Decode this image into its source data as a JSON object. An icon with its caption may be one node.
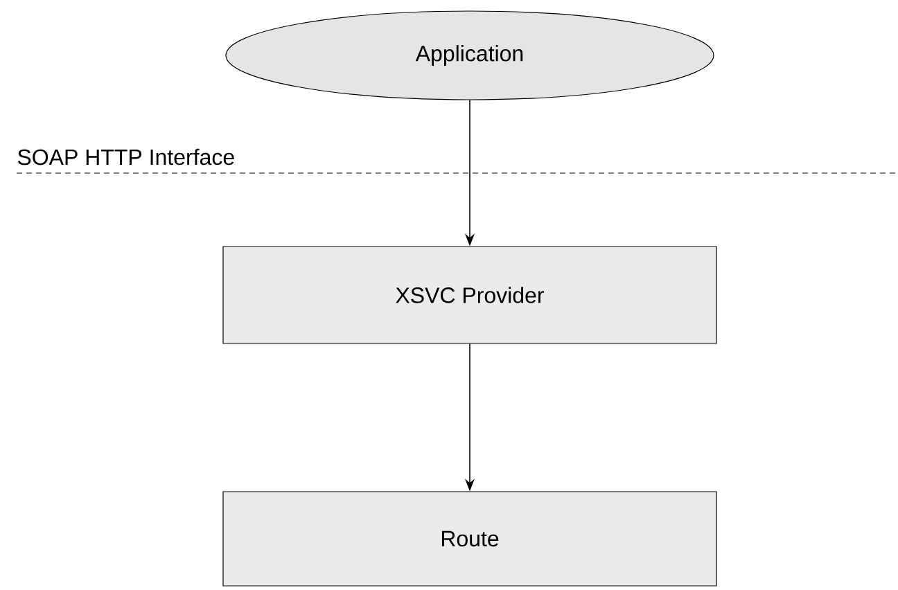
{
  "diagram": {
    "nodes": [
      {
        "text": [
          "Application"
        ]
      },
      {
        "text": [
          "XSVC Provider"
        ]
      },
      {
        "text": [
          "Route"
        ]
      }
    ],
    "edges": [
      {
        "from": 0,
        "to": 1,
        "arrow": "to"
      },
      {
        "from": 1,
        "to": 2,
        "arrow": "to"
      }
    ],
    "labels": [
      "SOAP HTTP Interface"
    ]
  }
}
